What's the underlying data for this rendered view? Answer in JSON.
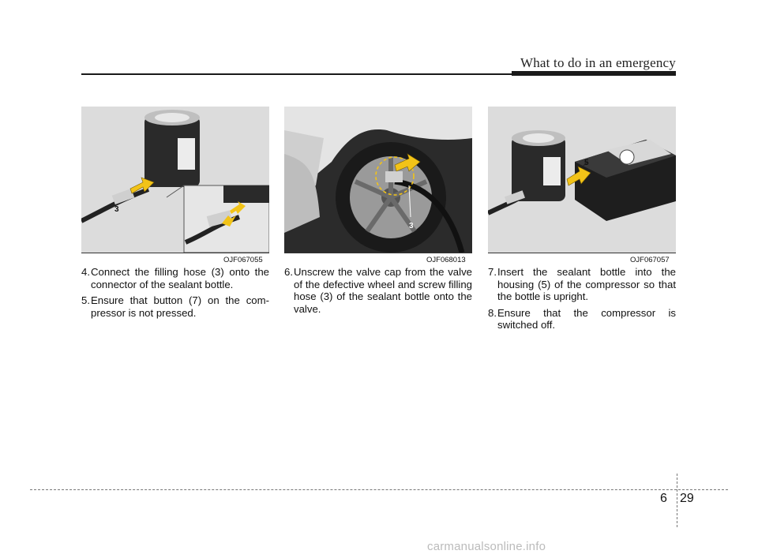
{
  "header": {
    "section_title": "What to do in an emergency"
  },
  "figures": [
    {
      "code": "OJF067055",
      "callout": "3"
    },
    {
      "code": "OJF068013",
      "callout": "3"
    },
    {
      "code": "OJF067057",
      "callout": "5"
    }
  ],
  "columns": [
    {
      "steps": [
        {
          "num": "4.",
          "text": "Connect the filling hose (3) onto the connector of the sealant bottle."
        },
        {
          "num": "5.",
          "text": "Ensure that button (7) on the com- pressor is not pressed."
        }
      ]
    },
    {
      "steps": [
        {
          "num": "6.",
          "text": "Unscrew the valve cap from the valve of the defective wheel and screw filling hose (3) of the sealant bottle onto the valve."
        }
      ]
    },
    {
      "steps": [
        {
          "num": "7.",
          "text": "Insert the sealant bottle into the housing (5) of the compressor so that the bottle is upright."
        },
        {
          "num": "8.",
          "text": "Ensure that the compressor is switched off."
        }
      ]
    }
  ],
  "footer": {
    "chapter": "6",
    "page": "29",
    "watermark": "carmanualsonline.info"
  }
}
